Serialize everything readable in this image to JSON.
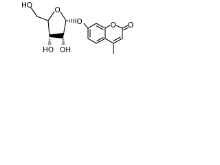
{
  "molecule": {
    "atom_labels": {
      "ho_primary": "HO",
      "ho_3": "HO",
      "oh_2": "OH",
      "ring_o": "O",
      "glycosidic_o": "O",
      "lactone_o": "O",
      "carbonyl_o": "O"
    },
    "bond_color": "#000000"
  }
}
